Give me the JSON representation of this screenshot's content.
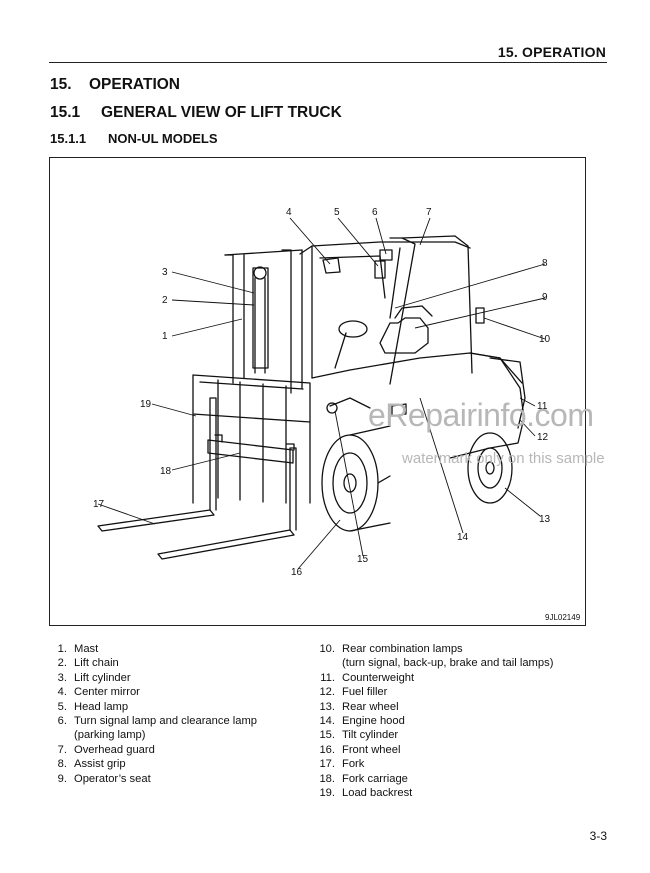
{
  "running_head": "15. OPERATION",
  "heading1": {
    "num": "15.",
    "title": "OPERATION"
  },
  "heading2": {
    "num": "15.1",
    "title": "GENERAL VIEW OF LIFT TRUCK"
  },
  "heading3": {
    "num": "15.1.1",
    "title": "NON-UL MODELS"
  },
  "figure": {
    "code": "9JL02149",
    "callouts": [
      "1",
      "2",
      "3",
      "4",
      "5",
      "6",
      "7",
      "8",
      "9",
      "10",
      "11",
      "12",
      "13",
      "14",
      "15",
      "16",
      "17",
      "18",
      "19"
    ]
  },
  "watermark": {
    "line1": "eRepairinfo.com",
    "line2": "watermark only on this sample"
  },
  "legend_left": [
    {
      "n": "1.",
      "t": "Mast"
    },
    {
      "n": "2.",
      "t": "Lift chain"
    },
    {
      "n": "3.",
      "t": "Lift cylinder"
    },
    {
      "n": "4.",
      "t": "Center mirror"
    },
    {
      "n": "5.",
      "t": "Head lamp"
    },
    {
      "n": "6.",
      "t": "Turn signal lamp and clearance lamp"
    },
    {
      "n": "",
      "t": "(parking lamp)"
    },
    {
      "n": "7.",
      "t": "Overhead guard"
    },
    {
      "n": "8.",
      "t": "Assist grip"
    },
    {
      "n": "9.",
      "t": "Operator’s seat"
    }
  ],
  "legend_right": [
    {
      "n": "10.",
      "t": "Rear combination lamps"
    },
    {
      "n": "",
      "t": "(turn signal, back-up, brake and tail lamps)"
    },
    {
      "n": "11.",
      "t": "Counterweight"
    },
    {
      "n": "12.",
      "t": "Fuel filler"
    },
    {
      "n": "13.",
      "t": "Rear wheel"
    },
    {
      "n": "14.",
      "t": "Engine hood"
    },
    {
      "n": "15.",
      "t": "Tilt cylinder"
    },
    {
      "n": "16.",
      "t": "Front wheel"
    },
    {
      "n": "17.",
      "t": "Fork"
    },
    {
      "n": "18.",
      "t": "Fork carriage"
    },
    {
      "n": "19.",
      "t": "Load backrest"
    }
  ],
  "page_number": "3-3"
}
